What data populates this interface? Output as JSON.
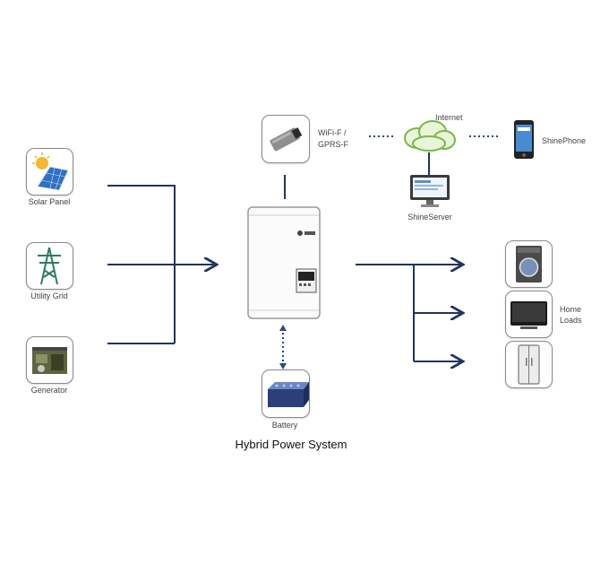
{
  "sources": {
    "solar_panel": "Solar Panel",
    "utility_grid": "Utility Grid",
    "generator": "Generator"
  },
  "communication": {
    "wifi_line1": "WiFi-F /",
    "wifi_line2": "GPRS-F",
    "internet": "Internet",
    "shinephone": "ShinePhone",
    "shineserver": "ShineServer"
  },
  "storage": {
    "battery": "Battery"
  },
  "loads": {
    "home_line1": "Home",
    "home_line2": "Loads"
  },
  "caption": "Hybrid Power System",
  "colors": {
    "wire": "#1f3560",
    "border": "#8a8a8a",
    "cloud": "#7ab648",
    "solar": "#2f6fc4"
  }
}
